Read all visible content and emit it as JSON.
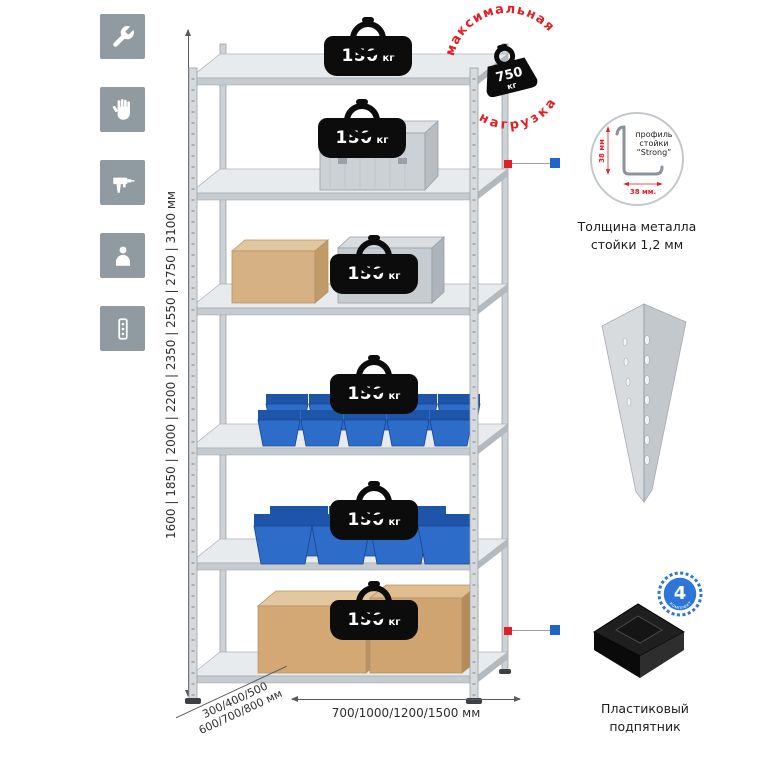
{
  "icons": [
    {
      "name": "wrench-icon"
    },
    {
      "name": "gloves-icon"
    },
    {
      "name": "drill-icon"
    },
    {
      "name": "person-icon"
    },
    {
      "name": "perforated-post-icon"
    }
  ],
  "rack": {
    "shelves": [
      {
        "load": "150",
        "unit": "кг"
      },
      {
        "load": "150",
        "unit": "кг"
      },
      {
        "load": "150",
        "unit": "кг"
      },
      {
        "load": "150",
        "unit": "кг"
      },
      {
        "load": "150",
        "unit": "кг"
      },
      {
        "load": "150",
        "unit": "кг"
      }
    ]
  },
  "stamp": {
    "arc_top": "максимальная",
    "arc_bottom": "нагрузка",
    "value": "750",
    "unit": "кг"
  },
  "profile_detail": {
    "dim_vertical": "38 мм",
    "dim_horizontal": "38 мм.",
    "label_line1": "профиль",
    "label_line2": "стойки",
    "label_line3": "“Strong”",
    "caption_line1": "Толщина металла",
    "caption_line2": "стойки 1,2 мм"
  },
  "foot": {
    "badge_value": "4",
    "badge_text": "в комплекте",
    "caption_line1": "Пластиковый",
    "caption_line2": "подпятник"
  },
  "dimensions": {
    "height": "1600 | 1850 | 2000 | 2200 | 2350 | 2550 | 2750 | 3100 мм",
    "depth_line1": "300/400/500",
    "depth_line2": "600/700/800 мм",
    "width": "700/1000/1200/1500 мм"
  }
}
